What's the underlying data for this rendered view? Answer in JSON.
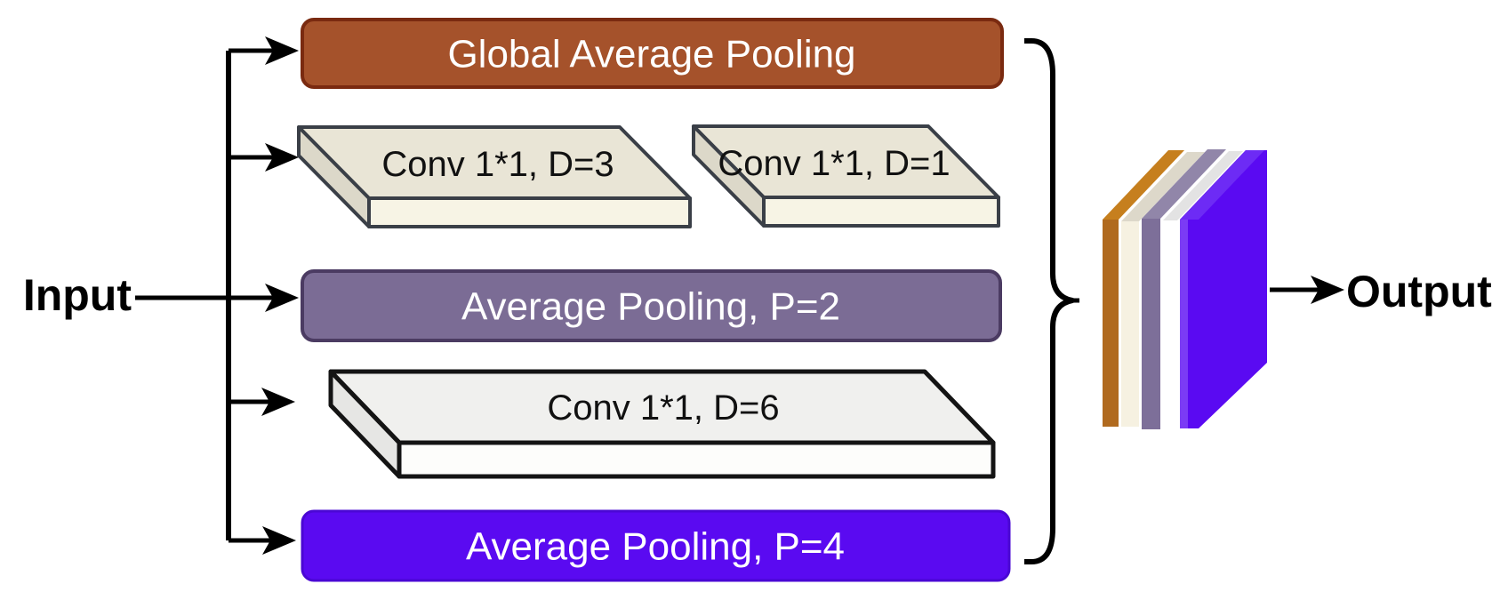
{
  "input_label": "Input",
  "output_label": "Output",
  "branches": {
    "gap": {
      "label": "Global Average Pooling",
      "fill": "#A5522B",
      "border": "#7A2A10",
      "text_color": "#FFFFFF"
    },
    "conv_d3": {
      "label": "Conv 1*1, D=3",
      "top": "#E9E5D6",
      "front": "#F7F4E5",
      "side": "#DCD8C9",
      "border": "#3A3F47"
    },
    "conv_d1": {
      "label": "Conv 1*1, D=1",
      "top": "#E9E5D6",
      "front": "#F7F4E5",
      "side": "#DCD8C9",
      "border": "#3A3F47"
    },
    "p2": {
      "label": "Average Pooling, P=2",
      "fill": "#7B6C95",
      "border": "#4B3B62",
      "text_color": "#FFFFFF"
    },
    "conv_d6": {
      "label": "Conv 1*1, D=6",
      "top": "#F0F0EE",
      "front": "#FDFDFB",
      "side": "#E6E6E4",
      "border": "#141414"
    },
    "p4": {
      "label": "Average Pooling, P=4",
      "fill": "#5A0AF1",
      "border": "#4A07D4",
      "text_color": "#FFFFFF"
    }
  },
  "output_block": {
    "layers": [
      {
        "name": "gap-slice",
        "front": "#B06A1F",
        "top": "#C67F1E"
      },
      {
        "name": "conv-slice-a",
        "front": "#F6F1E1",
        "top": "#DDD8CA"
      },
      {
        "name": "p2-slice",
        "front": "#7D6F99",
        "top": "#9186A9"
      },
      {
        "name": "conv-slice-b",
        "front": "#FFFFFF",
        "top": "#E3E3E3"
      },
      {
        "name": "p4-slice",
        "front": "#5A0AF2",
        "top": "#6D2BF5",
        "highlight": "#7B3BF5"
      }
    ]
  },
  "connector_color": "#000000"
}
